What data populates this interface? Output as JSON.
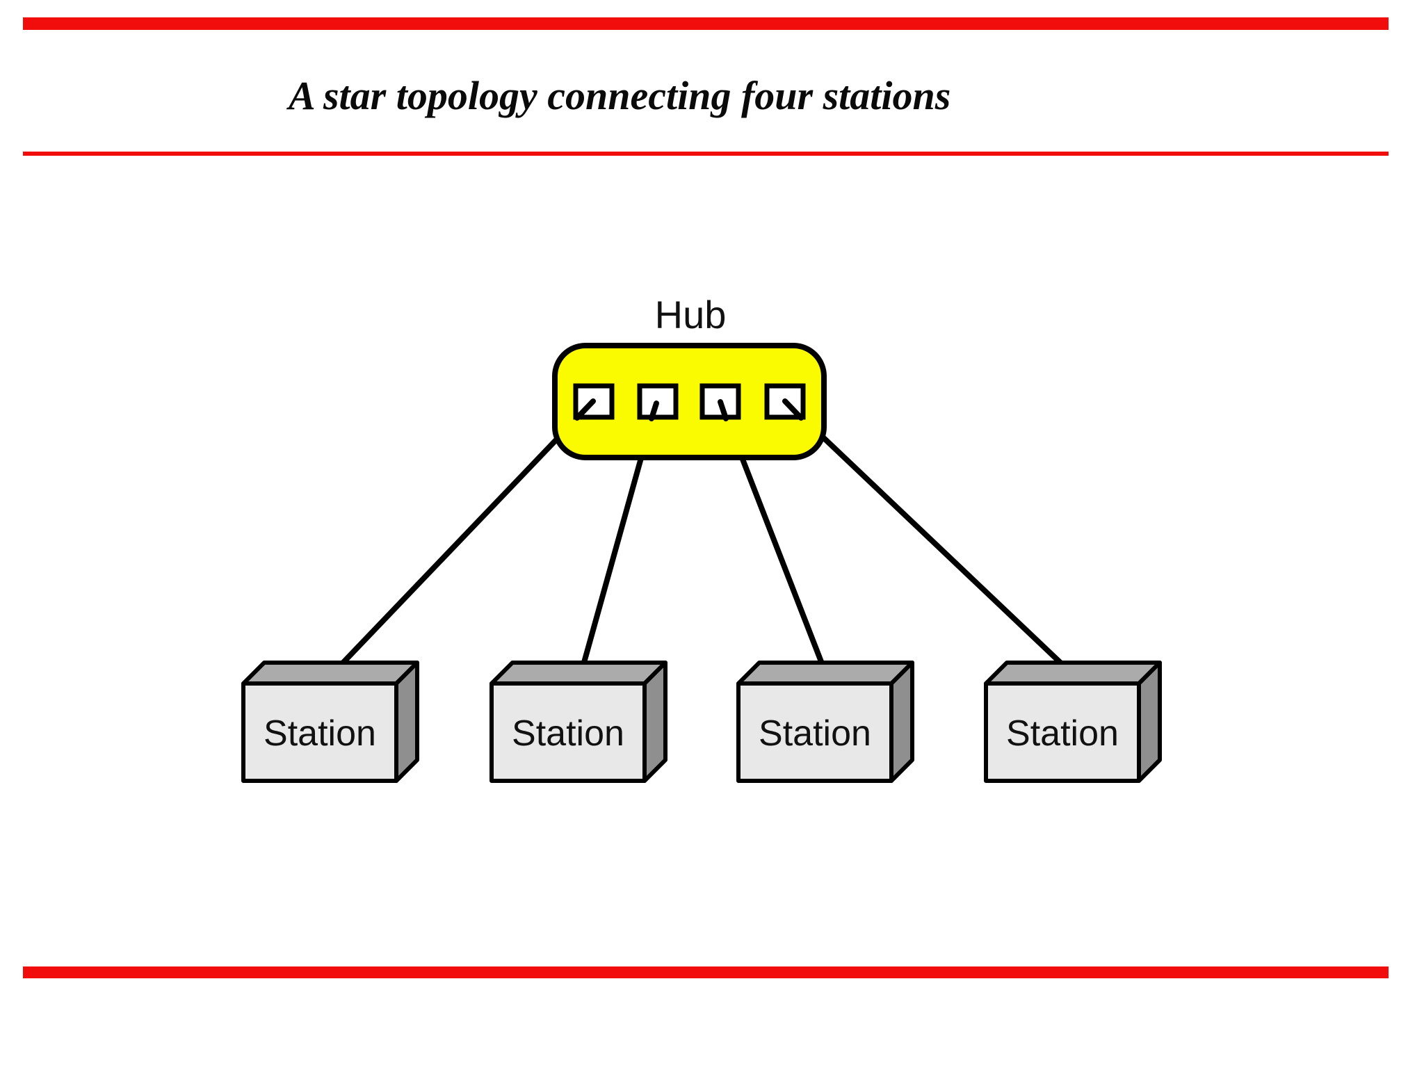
{
  "title": {
    "text": "A star topology connecting four stations"
  },
  "colors": {
    "accent_red": "#f20d0d",
    "hub_fill": "#fbfb00",
    "hub_stroke": "#000000",
    "port_fill": "#ffffff",
    "box_front": "#e8e8e8",
    "box_top": "#ababab",
    "box_side": "#8f8f8f",
    "connector": "#000000"
  },
  "hub": {
    "label": "Hub",
    "port_count": "4"
  },
  "stations": [
    {
      "label": "Station"
    },
    {
      "label": "Station"
    },
    {
      "label": "Station"
    },
    {
      "label": "Station"
    }
  ]
}
